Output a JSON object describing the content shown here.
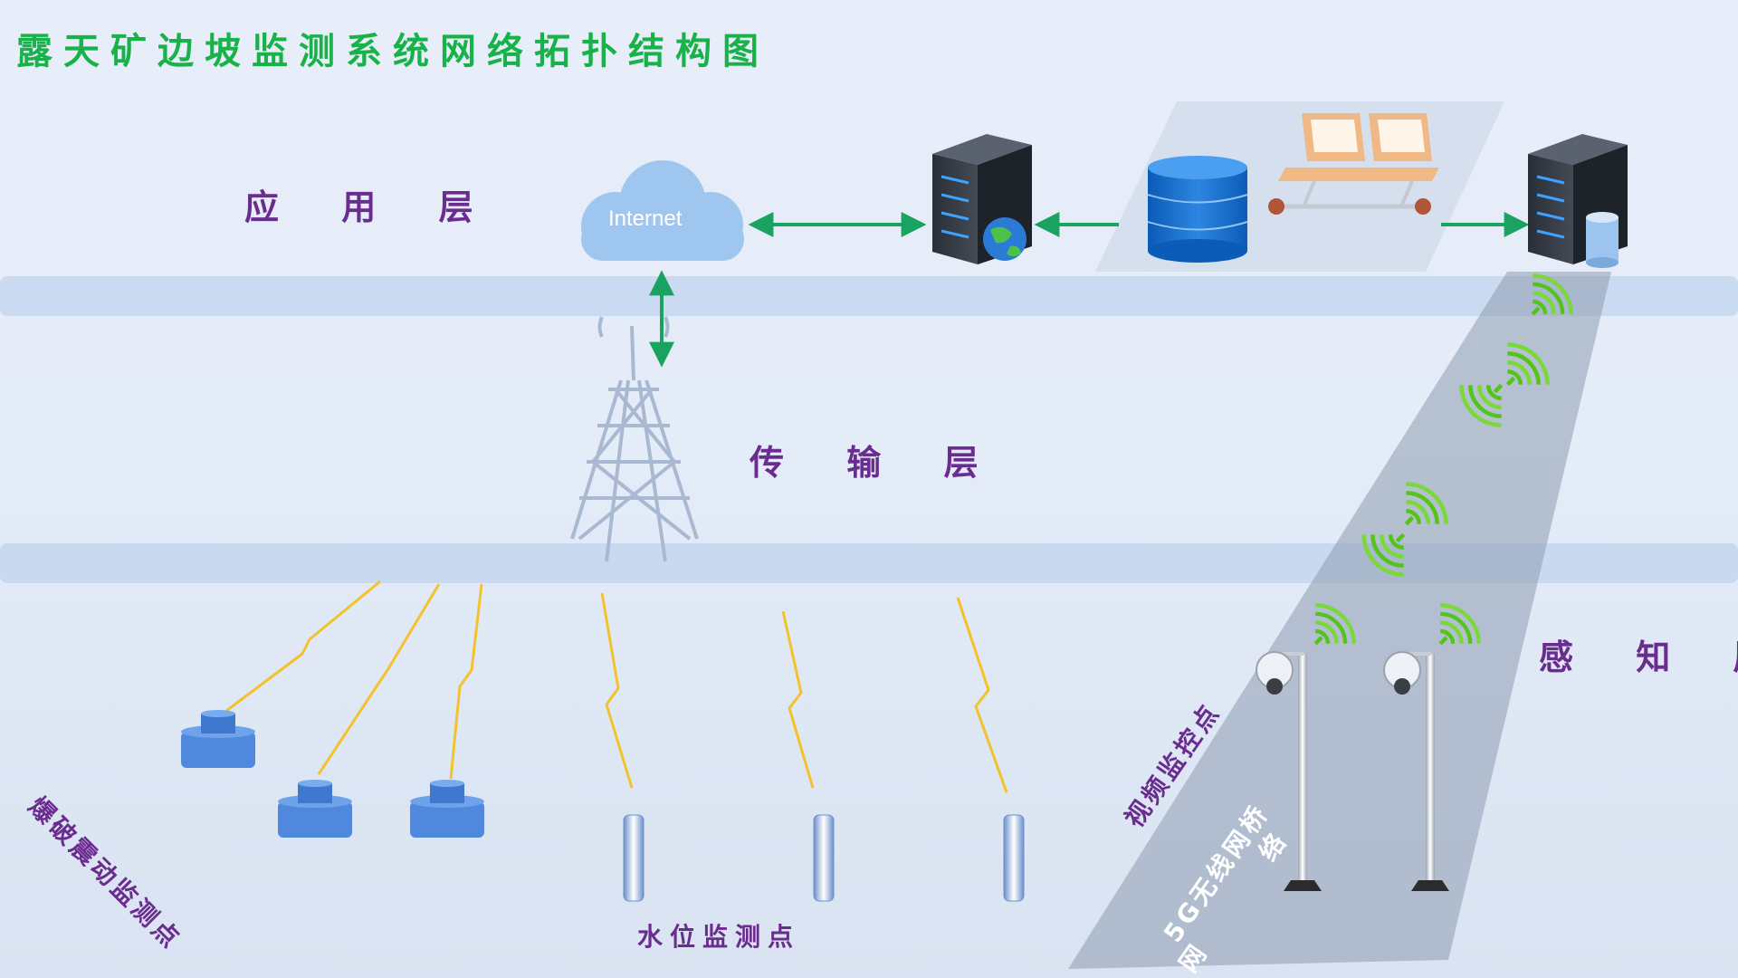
{
  "title": "露天矿边坡监测系统网络拓扑结构图",
  "layers": {
    "application": "应 用 层",
    "transport": "传 输 层",
    "perception": "感 知 层"
  },
  "cloud_label": "Internet",
  "annotations": {
    "blast": "爆破震动监测点",
    "water": "水位监测点",
    "video": "视频监控点",
    "wireless_line1": "5G无线网桥",
    "wireless_line2": "络",
    "wireless_line3": "网"
  },
  "icons": [
    "cloud-icon",
    "web-server-icon",
    "database-icon",
    "workstation-icon",
    "storage-server-icon",
    "signal-tower-icon",
    "vibration-sensor-icon",
    "water-level-sensor-icon",
    "camera-pole-icon",
    "wireless-signal-icon"
  ],
  "colors": {
    "title": "#19b24a",
    "layer_text": "#6a2d8f",
    "arrow": "#1aa260",
    "band": "#c3d5ee",
    "lightning": "#f4c22b",
    "sensor": "#4f88dc",
    "wifi": "#52c41a"
  }
}
